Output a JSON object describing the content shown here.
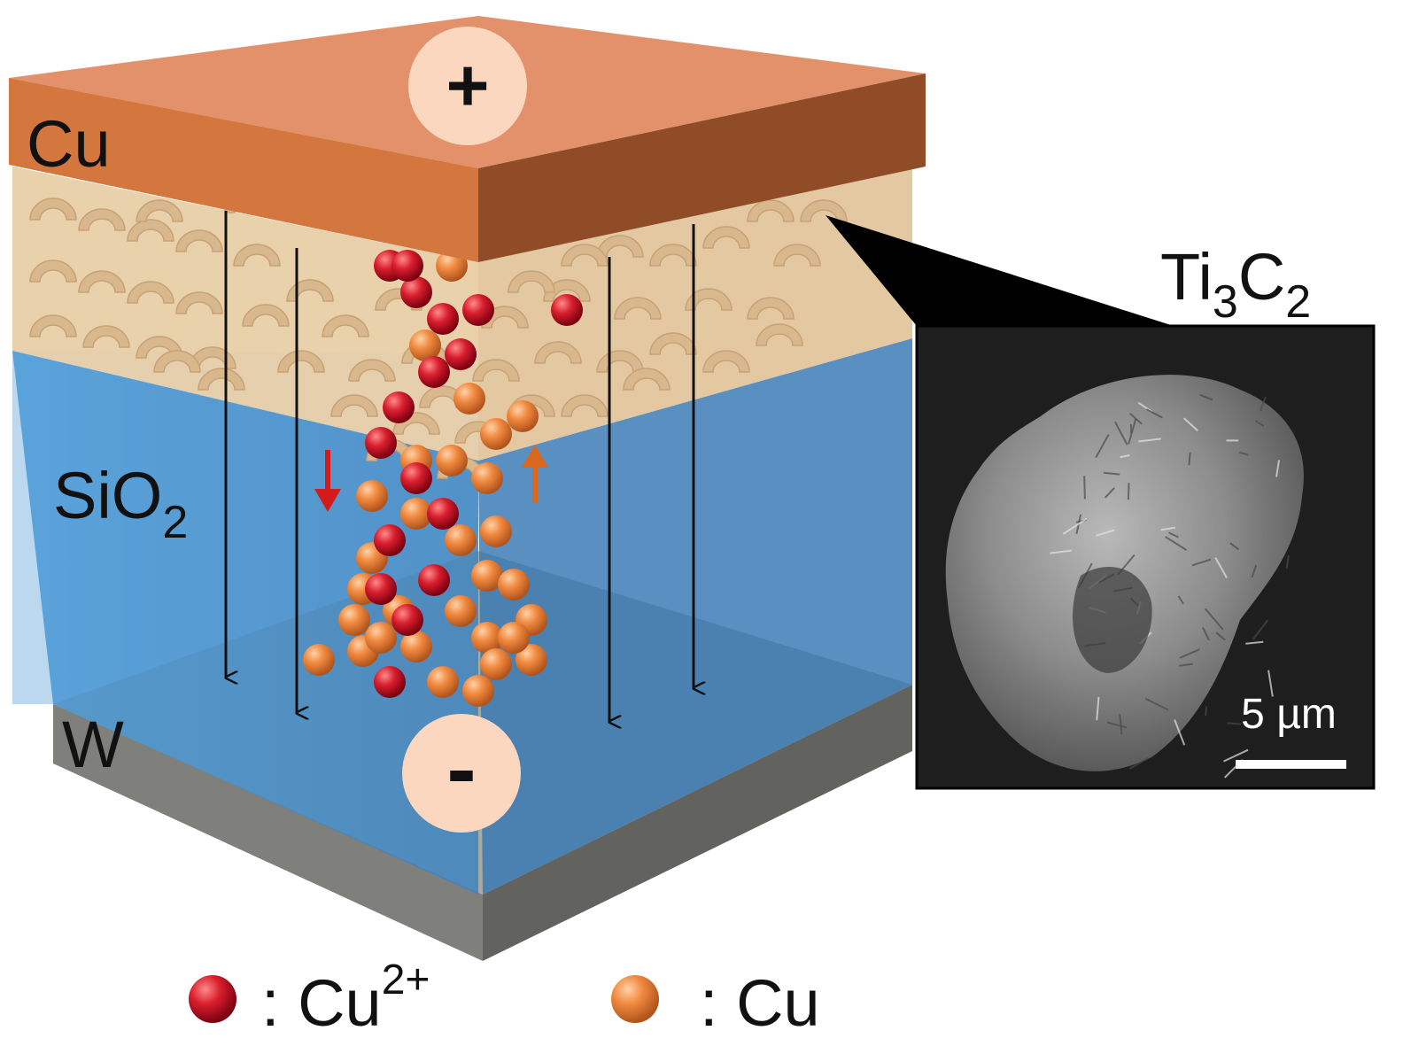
{
  "labels": {
    "top_electrode": "Cu",
    "insulator": "SiO",
    "insulator_sub": "2",
    "bottom_electrode": "W",
    "positive_terminal": "+",
    "negative_terminal": "-",
    "nanosheet_ti": "Ti",
    "nanosheet_sub1": "3",
    "nanosheet_c": "C",
    "nanosheet_sub2": "2",
    "scale_bar": "5 µm"
  },
  "legend": {
    "ion_label": ": Cu",
    "ion_charge": "2+",
    "atom_label": ": Cu"
  },
  "colors": {
    "cu_top": "#e3916a",
    "cu_front": "#d4773f",
    "cu_side": "#8f4c26",
    "tan_layer": "#e8cfa8",
    "sio2": "#3d8fd0",
    "w_top": "#a9aaa4",
    "w_front": "#7d7e79",
    "w_side": "#63645f",
    "ion": "#c8102e",
    "atom": "#ec7f3a",
    "ti3c2_flake": "#d9b88e",
    "terminal_circle": "#fbd7bf",
    "reduction_arrow": "#d41a1a",
    "oxidation_arrow": "#d9681e",
    "sem_background": "#1e1e1e"
  },
  "icons": [
    "plus-terminal-icon",
    "minus-terminal-icon",
    "cu-ion-icon",
    "cu-atom-icon",
    "down-arrow-icon",
    "up-arrow-icon"
  ]
}
